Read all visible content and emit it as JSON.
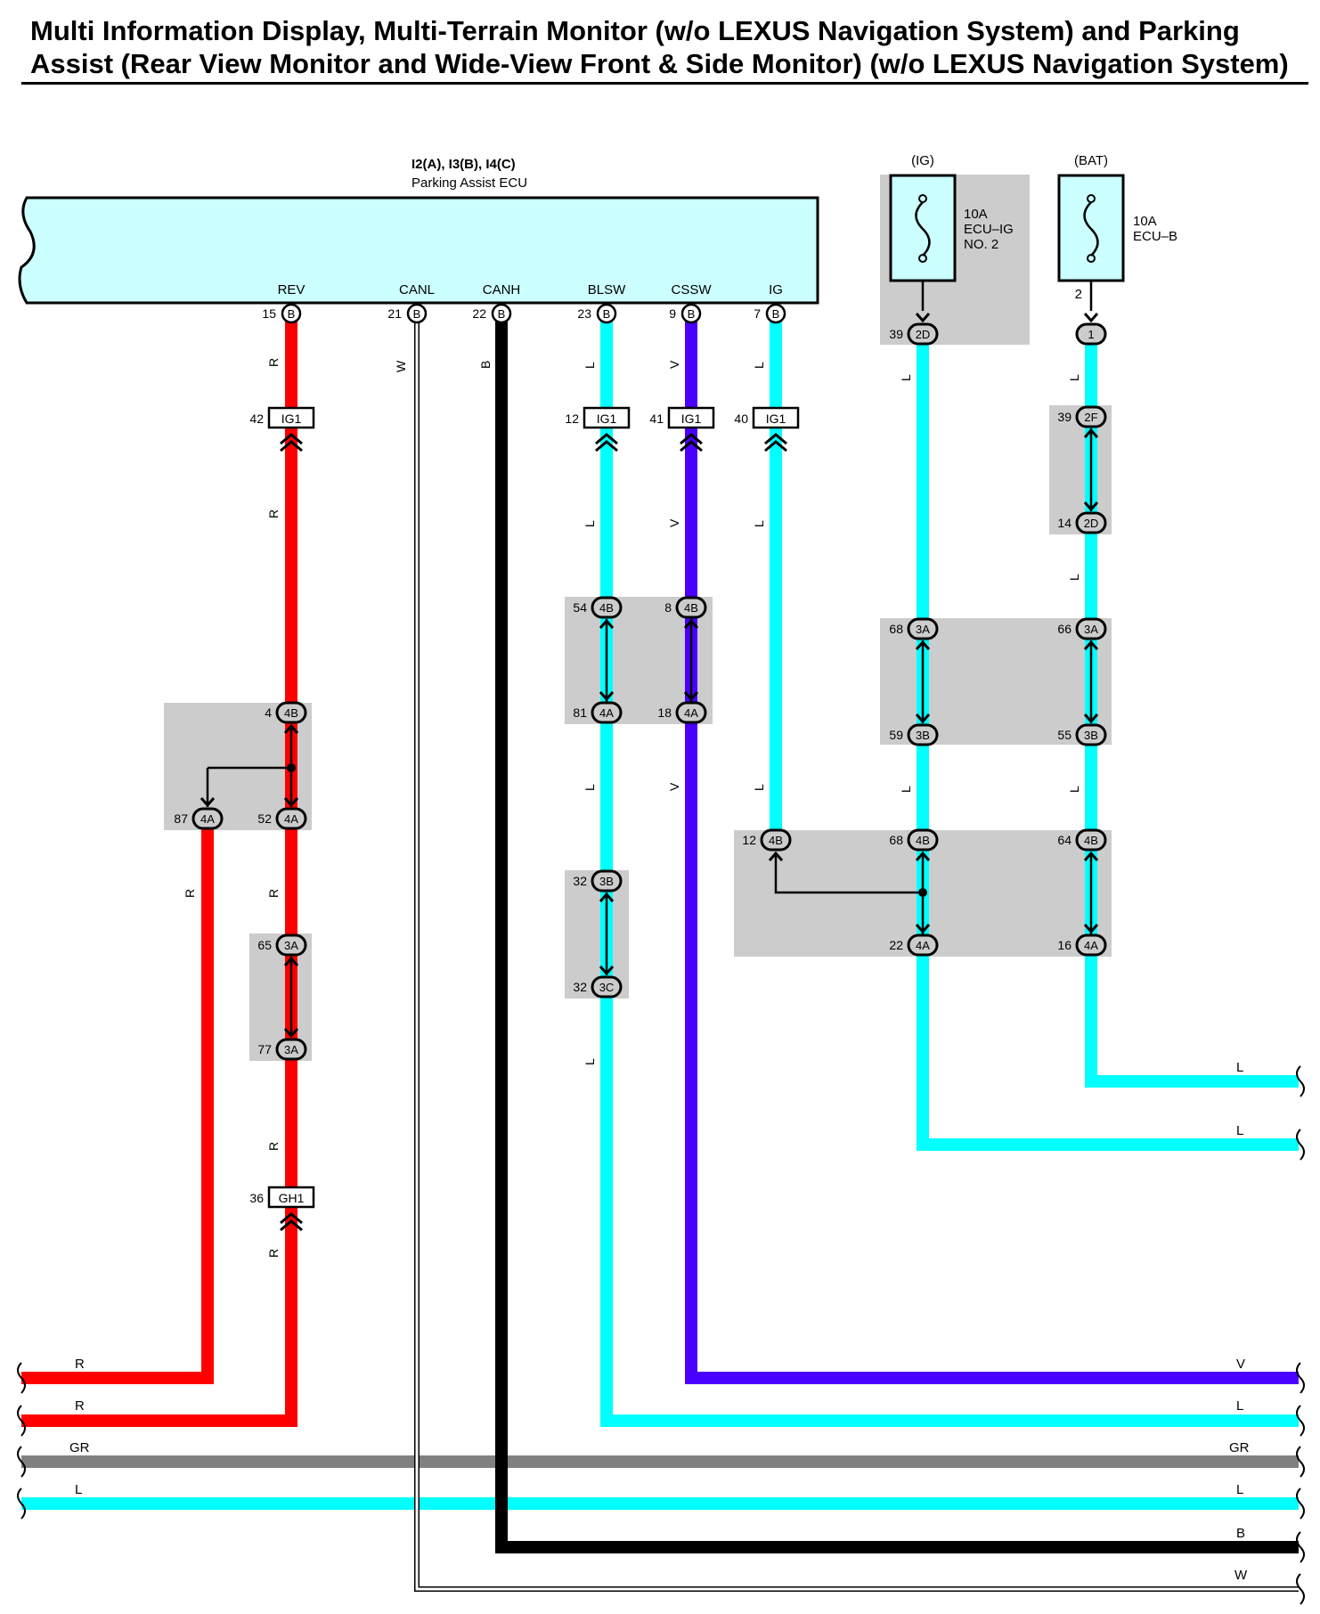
{
  "title": {
    "line1": "Multi Information Display, Multi-Terrain Monitor (w/o LEXUS Navigation System) and Parking",
    "line2": "Assist (Rear View Monitor and Wide-View Front & Side Monitor) (w/o LEXUS Navigation System)"
  },
  "ecu": {
    "code": "I2(A), I3(B), I4(C)",
    "name": "Parking Assist ECU",
    "pins": [
      {
        "name": "REV",
        "num": "15",
        "conn": "B"
      },
      {
        "name": "CANL",
        "num": "21",
        "conn": "B"
      },
      {
        "name": "CANH",
        "num": "22",
        "conn": "B"
      },
      {
        "name": "BLSW",
        "num": "23",
        "conn": "B"
      },
      {
        "name": "CSSW",
        "num": "9",
        "conn": "B"
      },
      {
        "name": "IG",
        "num": "7",
        "conn": "B"
      }
    ]
  },
  "fuses": [
    {
      "supply": "(IG)",
      "rating": "10A",
      "name_line1": "ECU–IG",
      "name_line2": "NO. 2"
    },
    {
      "supply": "(BAT)",
      "rating": "10A",
      "name_line1": "ECU–B",
      "name_line2": ""
    }
  ],
  "fuse_bat_pin": "2",
  "junctions": {
    "ig1_12": {
      "num": "12",
      "code": "IG1"
    },
    "ig1_40": {
      "num": "40",
      "code": "IG1"
    },
    "ig1_41": {
      "num": "41",
      "code": "IG1"
    },
    "ig1_42": {
      "num": "42",
      "code": "IG1"
    },
    "gh1_36": {
      "num": "36",
      "code": "GH1"
    }
  },
  "connectors": {
    "c_4b_4": {
      "num": "4",
      "code": "4B"
    },
    "c_4a_87": {
      "num": "87",
      "code": "4A"
    },
    "c_4a_52": {
      "num": "52",
      "code": "4A"
    },
    "c_3a_65": {
      "num": "65",
      "code": "3A"
    },
    "c_3a_77": {
      "num": "77",
      "code": "3A"
    },
    "c_4b_54": {
      "num": "54",
      "code": "4B"
    },
    "c_4a_81": {
      "num": "81",
      "code": "4A"
    },
    "c_3b_32": {
      "num": "32",
      "code": "3B"
    },
    "c_3c_32": {
      "num": "32",
      "code": "3C"
    },
    "c_4b_8": {
      "num": "8",
      "code": "4B"
    },
    "c_4a_18": {
      "num": "18",
      "code": "4A"
    },
    "c_4b_12": {
      "num": "12",
      "code": "4B"
    },
    "c_2d_39": {
      "num": "39",
      "code": "2D"
    },
    "c_3a_68": {
      "num": "68",
      "code": "3A"
    },
    "c_3b_59": {
      "num": "59",
      "code": "3B"
    },
    "c_4b_68": {
      "num": "68",
      "code": "4B"
    },
    "c_4a_22": {
      "num": "22",
      "code": "4A"
    },
    "c_1": {
      "num": "",
      "code": "1"
    },
    "c_2f_39": {
      "num": "39",
      "code": "2F"
    },
    "c_2d_14": {
      "num": "14",
      "code": "2D"
    },
    "c_3a_66": {
      "num": "66",
      "code": "3A"
    },
    "c_3b_55": {
      "num": "55",
      "code": "3B"
    },
    "c_4b_64": {
      "num": "64",
      "code": "4B"
    },
    "c_4a_16": {
      "num": "16",
      "code": "4A"
    }
  },
  "wire_colors": {
    "R": "R",
    "W": "W",
    "B": "B",
    "L": "L",
    "V": "V",
    "GR": "GR"
  },
  "colors": {
    "ecu_fill": "#ccffff",
    "shade": "#cccccc",
    "R": "#ff0000",
    "L": "#00ffff",
    "V": "#4a00ff",
    "B": "#000000",
    "GR": "#808080",
    "W": "#ffffff"
  }
}
